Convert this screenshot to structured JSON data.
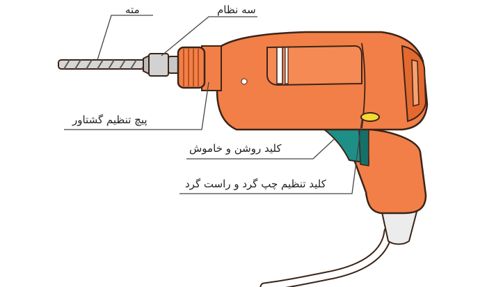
{
  "labels": {
    "bit": "مته",
    "chuck": "سه نظام",
    "torque": "پیچ تنظیم گشتاور",
    "trigger": "کلید روشن و خاموش",
    "reverse": "کلید تنظیم چپ گرد و راست گرد"
  },
  "colors": {
    "body": "#F27F47",
    "body_shadow": "#E4692F",
    "trigger": "#1E8F86",
    "button": "#F6D835",
    "metal": "#D2D2D2",
    "outline": "#3A2418",
    "leader": "#444444"
  }
}
